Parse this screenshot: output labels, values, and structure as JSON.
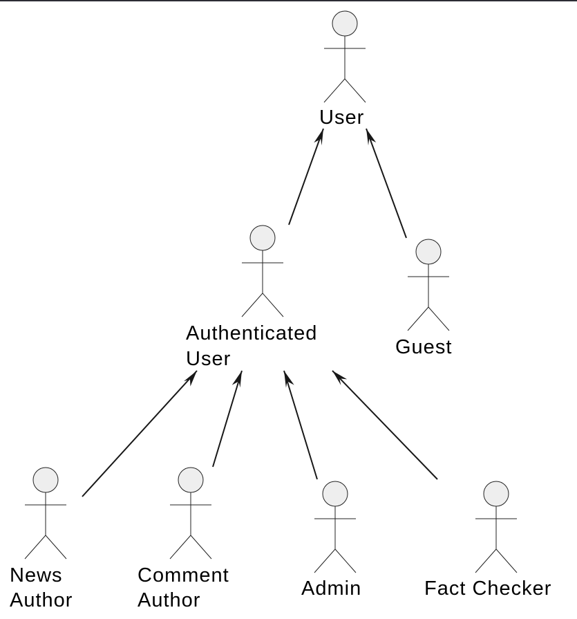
{
  "diagram": {
    "actors": [
      {
        "id": "user",
        "label_lines": [
          "User"
        ]
      },
      {
        "id": "authenticated-user",
        "label_lines": [
          "Authenticated",
          "User"
        ]
      },
      {
        "id": "guest",
        "label_lines": [
          "Guest"
        ]
      },
      {
        "id": "news-author",
        "label_lines": [
          "News",
          "Author"
        ]
      },
      {
        "id": "comment-author",
        "label_lines": [
          "Comment",
          "Author"
        ]
      },
      {
        "id": "admin",
        "label_lines": [
          "Admin"
        ]
      },
      {
        "id": "fact-checker",
        "label_lines": [
          "Fact Checker"
        ]
      }
    ],
    "generalizations": [
      {
        "from": "authenticated-user",
        "to": "user"
      },
      {
        "from": "guest",
        "to": "user"
      },
      {
        "from": "news-author",
        "to": "authenticated-user"
      },
      {
        "from": "comment-author",
        "to": "authenticated-user"
      },
      {
        "from": "admin",
        "to": "authenticated-user"
      },
      {
        "from": "fact-checker",
        "to": "authenticated-user"
      }
    ]
  }
}
